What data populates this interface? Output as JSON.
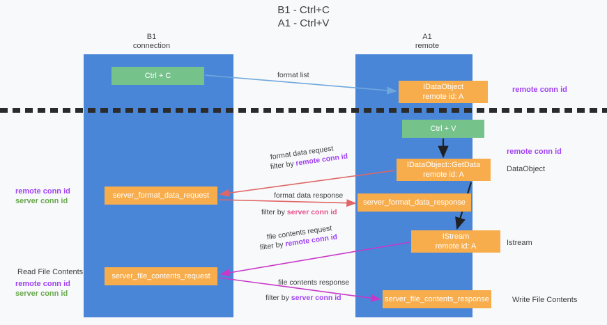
{
  "title": {
    "line1": "B1 - Ctrl+C",
    "line2": "A1 - Ctrl+V"
  },
  "columns": {
    "left": {
      "name": "B1",
      "role": "connection"
    },
    "right": {
      "name": "A1",
      "role": "remote"
    }
  },
  "nodes": {
    "ctrl_c": {
      "label": "Ctrl + C",
      "color": "#76c28b"
    },
    "idataobject": {
      "line1": "IDataObject",
      "line2": "remote id: A",
      "color": "#f8ad4d"
    },
    "ctrl_v": {
      "label": "Ctrl + V",
      "color": "#76c28b"
    },
    "getdata": {
      "line1": "IDataObject::GetData",
      "line2": "remote id: A",
      "color": "#f8ad4d"
    },
    "server_format_data_request": {
      "label": "server_format_data_request",
      "color": "#f8ad4d"
    },
    "server_format_data_response": {
      "label": "server_format_data_response",
      "color": "#f8ad4d"
    },
    "istream": {
      "line1": "IStream",
      "line2": "remote id: A",
      "color": "#f8ad4d"
    },
    "server_file_contents_request": {
      "label": "server_file_contents_request",
      "color": "#f8ad4d"
    },
    "server_file_contents_response": {
      "label": "server_file_contents_response",
      "color": "#f8ad4d"
    }
  },
  "edges": {
    "format_list": {
      "label": "format list"
    },
    "format_data_request": {
      "label": "format data request",
      "filter_prefix": "filter by ",
      "filter_key": "remote conn id"
    },
    "format_data_response": {
      "label": "format data response",
      "filter_prefix": "filter by ",
      "filter_key": "server conn id"
    },
    "file_contents_request": {
      "label": "file contents request",
      "filter_prefix": "filter by ",
      "filter_key": "remote conn id"
    },
    "file_contents_response": {
      "label": "file contents response",
      "filter_prefix": "filter by ",
      "filter_key": "server conn id"
    }
  },
  "annotations": {
    "remote_conn_id_top": "remote conn id",
    "remote_conn_id_mid": "remote conn id",
    "dataobject": "DataObject",
    "istream": "Istream",
    "write_file_contents": "Write File Contents",
    "read_file_contents": "Read File Contents",
    "left_mid": {
      "remote": "remote conn id",
      "server": "server conn id"
    },
    "left_low": {
      "remote": "remote conn id",
      "server": "server conn id"
    }
  },
  "colors": {
    "lane": "#4a86d8",
    "green": "#76c28b",
    "orange": "#f8ad4d",
    "purple": "#a142f4",
    "green_text": "#6aa84f",
    "pink": "#e7538f",
    "red_arrow": "#e06666",
    "magenta_arrow": "#c838c8",
    "light_blue_arrow": "#6fa8dc",
    "black_arrow": "#202124",
    "background": "#f8f9fa"
  }
}
